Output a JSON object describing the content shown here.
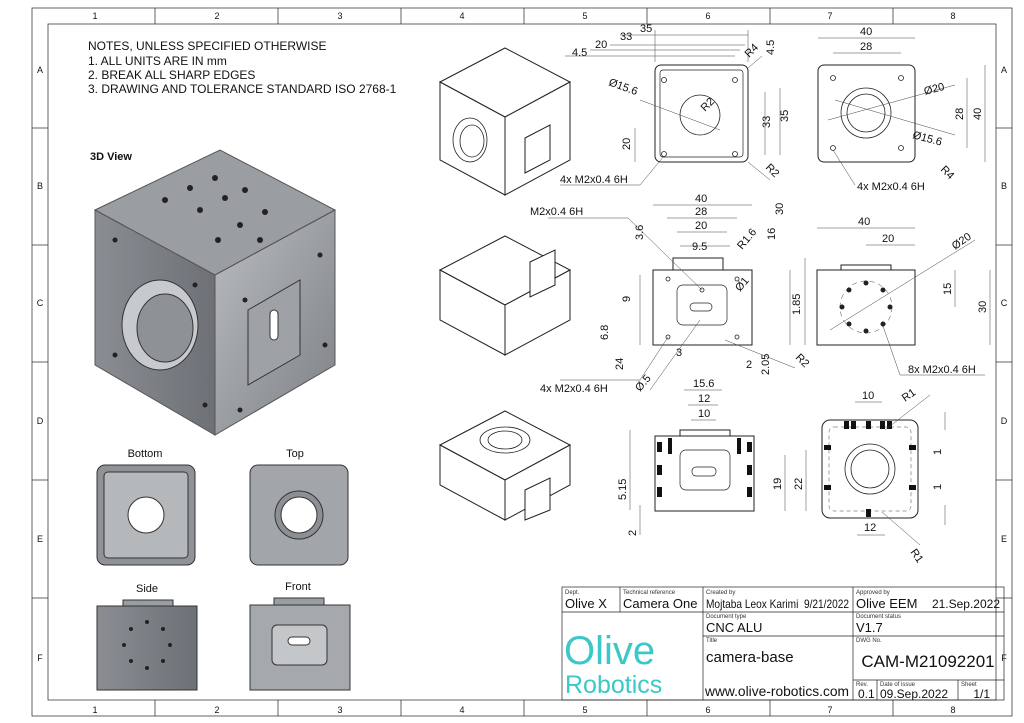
{
  "frame": {
    "columns": [
      "1",
      "2",
      "3",
      "4",
      "5",
      "6",
      "7",
      "8"
    ],
    "rows": [
      "A",
      "B",
      "C",
      "D",
      "E",
      "F"
    ]
  },
  "notes": {
    "title": "NOTES, UNLESS SPECIFIED OTHERWISE",
    "items": [
      "1. ALL UNITS ARE IN mm",
      "2. BREAK ALL SHARP EDGES",
      "3. DRAWING AND TOLERANCE STANDARD ISO 2768-1"
    ]
  },
  "views": {
    "view_3d": "3D View",
    "bottom": "Bottom",
    "top": "Top",
    "side": "Side",
    "front": "Front"
  },
  "dims": {
    "bottom_view": [
      "35",
      "33",
      "20",
      "4.5",
      "R4",
      "4.5",
      "Ø15.6",
      "R2",
      "20",
      "33",
      "35",
      "R2",
      "4x M2x0.4 6H"
    ],
    "top_view": [
      "40",
      "28",
      "Ø20",
      "28",
      "40",
      "Ø15.6",
      "R4",
      "4x M2x0.4 6H"
    ],
    "front_view": [
      "40",
      "28",
      "20",
      "9.5",
      "M2x0.4 6H",
      "3.6",
      "R1.6",
      "16",
      "30",
      "Ø1",
      "9",
      "1.85",
      "6.8",
      "24",
      "3",
      "2",
      "2.05",
      "R2",
      "Ø.5",
      "4x M2x0.4 6H"
    ],
    "side_view": [
      "40",
      "20",
      "Ø20",
      "15",
      "30",
      "8x M2x0.4 6H"
    ],
    "back_view": [
      "15.6",
      "12",
      "10",
      "5.15",
      "2",
      "19",
      "22"
    ],
    "top_section": [
      "10",
      "R1",
      "1",
      "1",
      "12",
      "R1"
    ]
  },
  "title_block": {
    "dept_label": "Dept.",
    "dept": "Olive X",
    "techref_label": "Technical reference",
    "techref": "Camera One",
    "created_label": "Created by",
    "created": "Mojtaba Leox Karimi  9/21/2022",
    "approved_label": "Approved by",
    "approved": "Olive EEM",
    "approved_date": "21.Sep.2022",
    "doctype_label": "Document type",
    "doctype": "CNC ALU",
    "docstatus_label": "Document status",
    "docstatus": "V1.7",
    "title_label": "Title",
    "title": "camera-base",
    "dwg_label": "DWG No.",
    "dwg": "CAM-M21092201",
    "website": "www.olive-robotics.com",
    "rev_label": "Rev.",
    "rev": "0.1",
    "issue_label": "Date of issue",
    "issue": "09.Sep.2022",
    "sheet_label": "Sheet",
    "sheet": "1/1",
    "logo_line1": "Olive",
    "logo_line2": "Robotics",
    "logo_color": "#3cc8c8"
  }
}
